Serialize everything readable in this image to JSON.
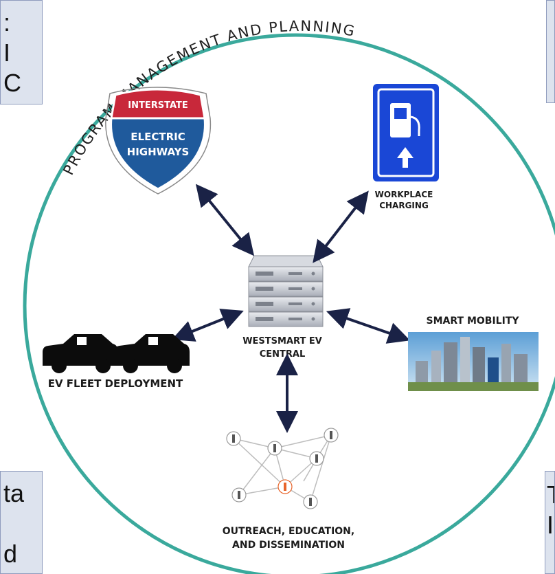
{
  "title_arc": "PROGRAM MANAGEMENT AND PLANNING",
  "hub": {
    "line1": "WESTSMART EV",
    "line2": "CENTRAL"
  },
  "nodes": {
    "electric_highways": {
      "shield_top": "INTERSTATE",
      "shield_line1": "ELECTRIC",
      "shield_line2": "HIGHWAYS"
    },
    "workplace_charging": {
      "line1": "WORKPLACE",
      "line2": "CHARGING"
    },
    "smart_mobility": {
      "label": "SMART MOBILITY"
    },
    "ev_fleet": {
      "label": "EV FLEET DEPLOYMENT"
    },
    "outreach": {
      "line1": "OUTREACH, EDUCATION,",
      "line2": "AND DISSEMINATION"
    }
  },
  "side_fragments": {
    "top_left": ":\nI\nC",
    "bottom_left": "ta\n\nd",
    "bottom_right": "T\nI"
  },
  "colors": {
    "ring": "#3aa99c",
    "shield_red": "#c8283a",
    "shield_blue": "#1f5a9c",
    "charging_blue": "#1a47d6",
    "arrow": "#1a2246",
    "highlight_person": "#e8642a"
  }
}
